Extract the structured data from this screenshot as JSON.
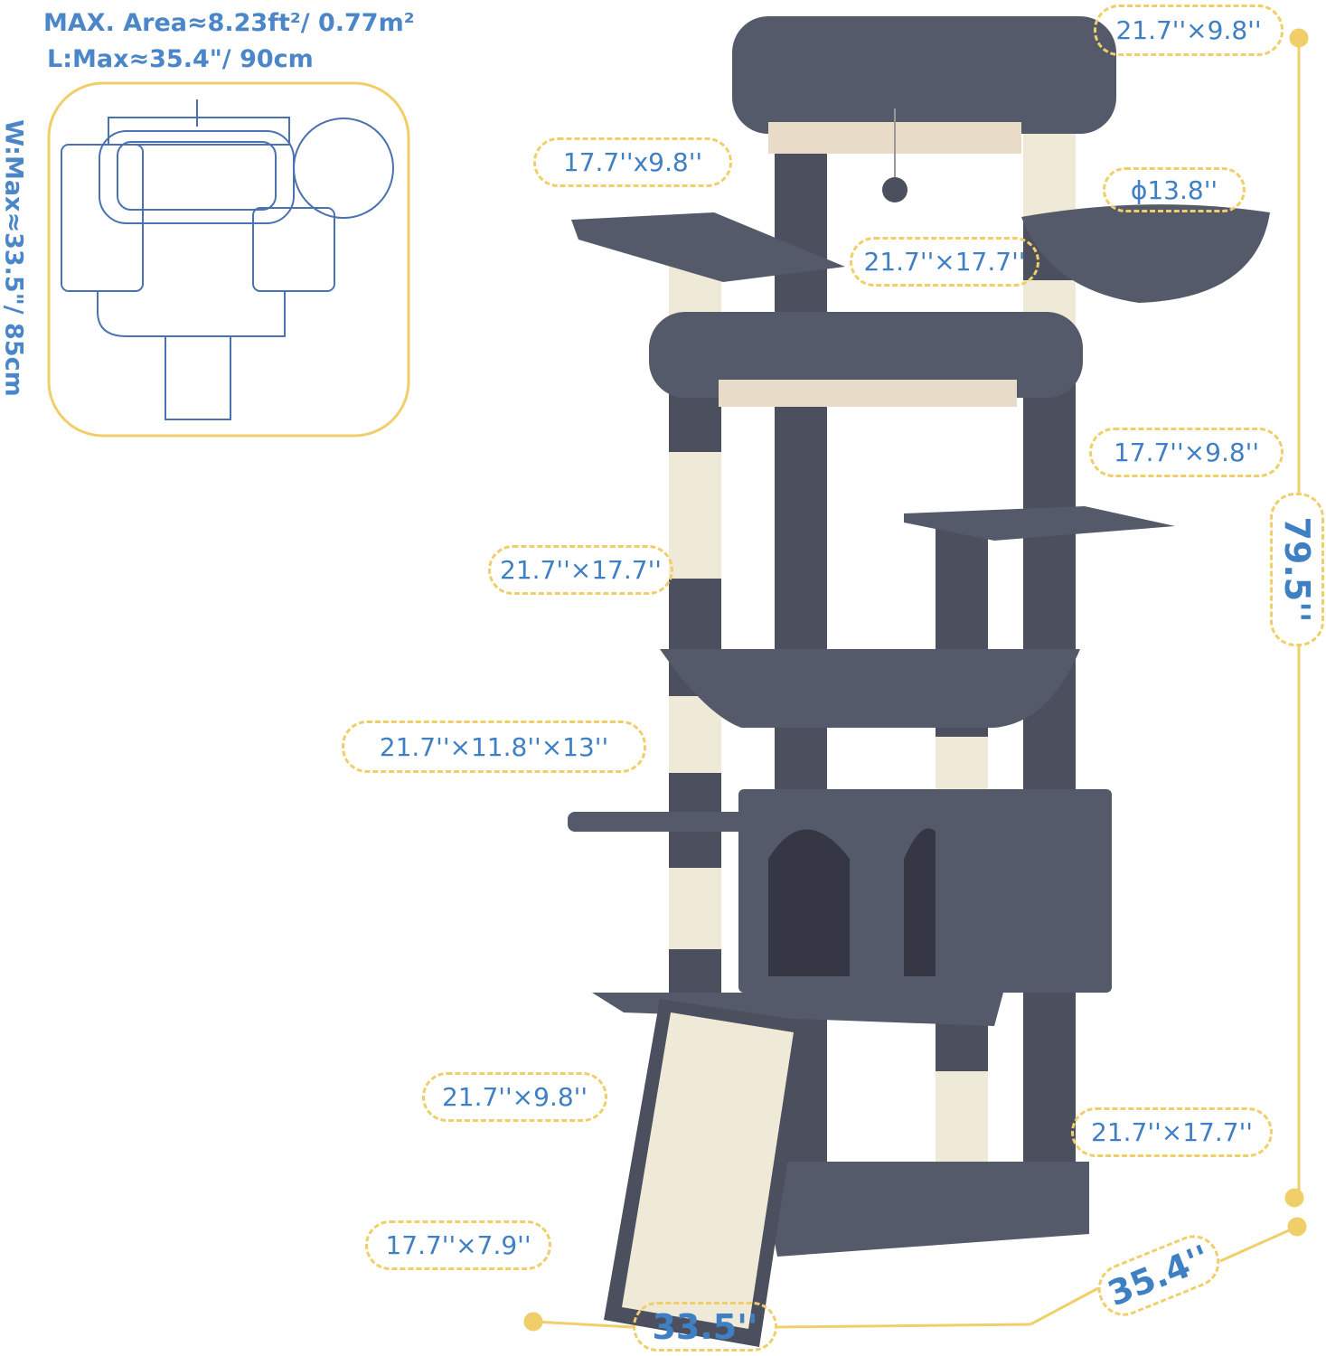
{
  "footprint": {
    "area_text": "MAX. Area≈8.23ft²/ 0.77m²",
    "length_text": "L:Max≈35.4\"/ 90cm",
    "width_text": "W:Max≈33.5\"/ 85cm"
  },
  "labels": {
    "top_perch": "21.7''×9.8''",
    "left_top_platform": "17.7''x9.8''",
    "basket": "ϕ13.8''",
    "upper_bed": "21.7''×17.7''",
    "right_platform": "17.7''×9.8''",
    "hammock": "21.7''×17.7''",
    "condo": "21.7''×11.8''×13''",
    "lower_platform": "21.7''×9.8''",
    "base": "21.7''×17.7''",
    "ramp": "17.7''×7.9''"
  },
  "dimensions": {
    "height": "79.5''",
    "width": "33.5''",
    "depth": "35.4''"
  },
  "colors": {
    "accent_yellow": "#f0cf6a",
    "text_blue": "#3f7fc4",
    "plush_gray": "#4b4f5e",
    "sisal": "#efe9d8"
  }
}
